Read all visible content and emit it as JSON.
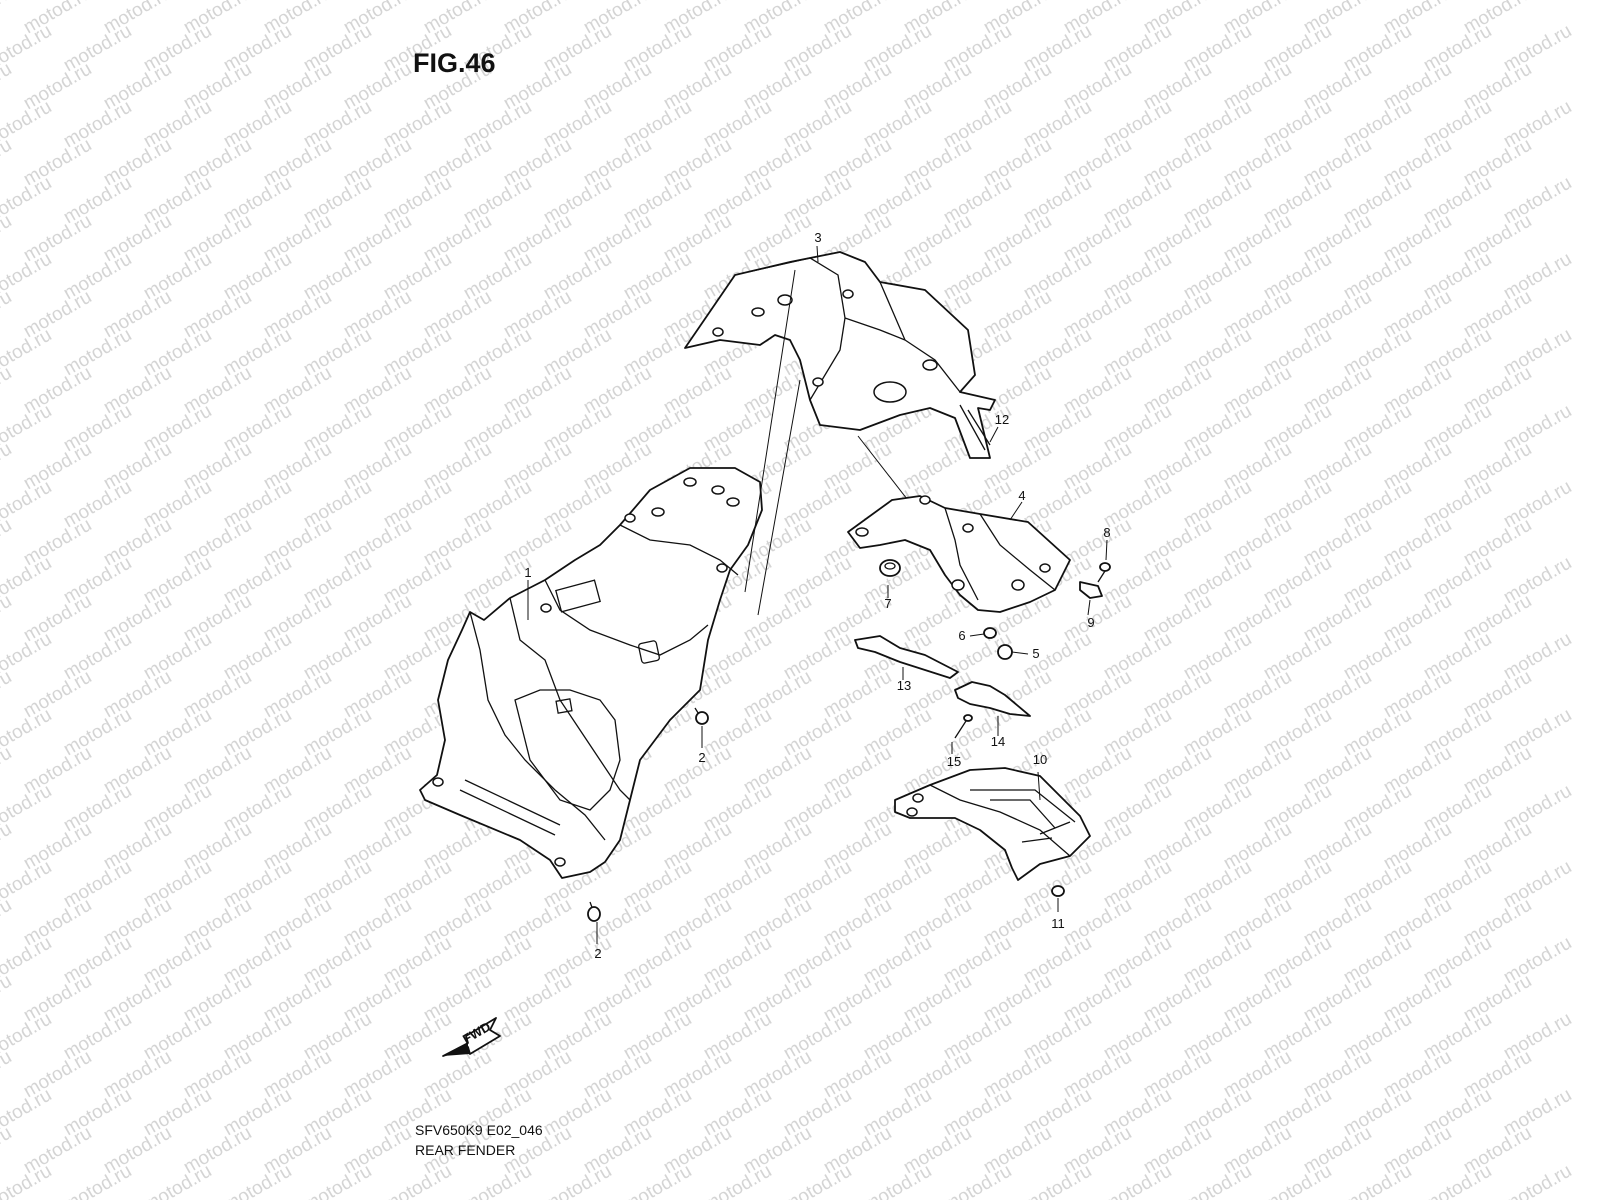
{
  "figure": {
    "title": "FIG.46"
  },
  "watermark": {
    "text": "motod.ru"
  },
  "callouts": [
    {
      "id": "3",
      "label": "3"
    },
    {
      "id": "12",
      "label": "12"
    },
    {
      "id": "4",
      "label": "4"
    },
    {
      "id": "8",
      "label": "8"
    },
    {
      "id": "7",
      "label": "7"
    },
    {
      "id": "9",
      "label": "9"
    },
    {
      "id": "1",
      "label": "1"
    },
    {
      "id": "6",
      "label": "6"
    },
    {
      "id": "5",
      "label": "5"
    },
    {
      "id": "13",
      "label": "13"
    },
    {
      "id": "14",
      "label": "14"
    },
    {
      "id": "2a",
      "label": "2"
    },
    {
      "id": "15",
      "label": "15"
    },
    {
      "id": "10",
      "label": "10"
    },
    {
      "id": "11",
      "label": "11"
    },
    {
      "id": "2b",
      "label": "2"
    }
  ],
  "direction_arrow": {
    "label": "FWD"
  },
  "footer": {
    "model_code": "SFV650K9 E02_046",
    "part_name": "REAR FENDER"
  }
}
